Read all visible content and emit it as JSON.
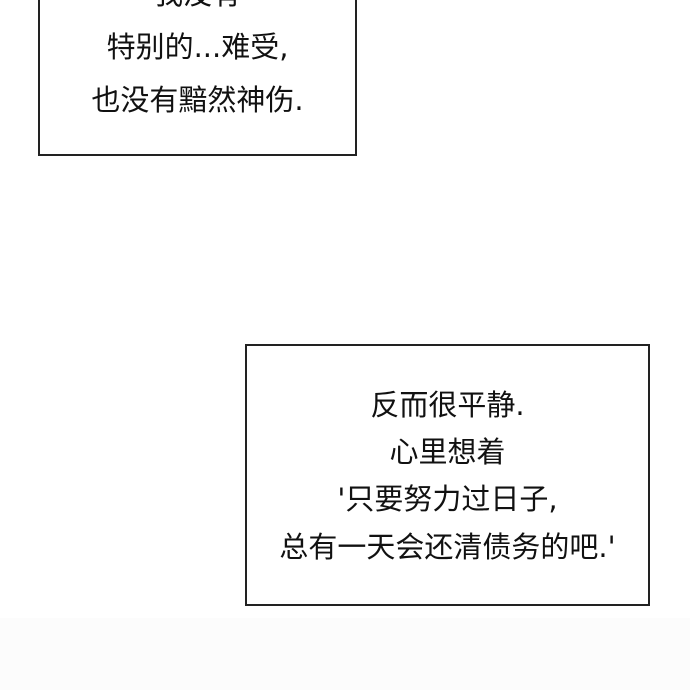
{
  "caption_top": {
    "lines": [
      "我没有",
      "特别的...难受,",
      "也没有黯然神伤."
    ]
  },
  "caption_bottom": {
    "lines": [
      "反而很平静.",
      "心里想着",
      "'只要努力过日子,",
      "总有一天会还清债务的吧.'"
    ]
  }
}
